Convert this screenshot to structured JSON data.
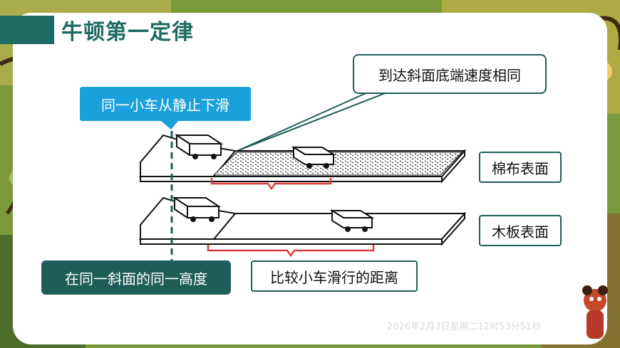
{
  "title": "牛顿第一定律",
  "callouts": {
    "same_speed": "到达斜面底端速度相同",
    "same_cart": "同一小车从静止下滑",
    "same_height": "在同一斜面的同一高度",
    "compare": "比较小车滑行的距离"
  },
  "surfaces": {
    "cotton": "棉布表面",
    "wood": "木板表面"
  },
  "timestamp": "2026年2月3日星期二12时53分51秒",
  "colors": {
    "accent": "#1e6b63",
    "callout_blue": "#1aa1dc",
    "bracket_red": "#e23b3b"
  },
  "icons": [
    "cart-icon",
    "mascot-icon"
  ]
}
